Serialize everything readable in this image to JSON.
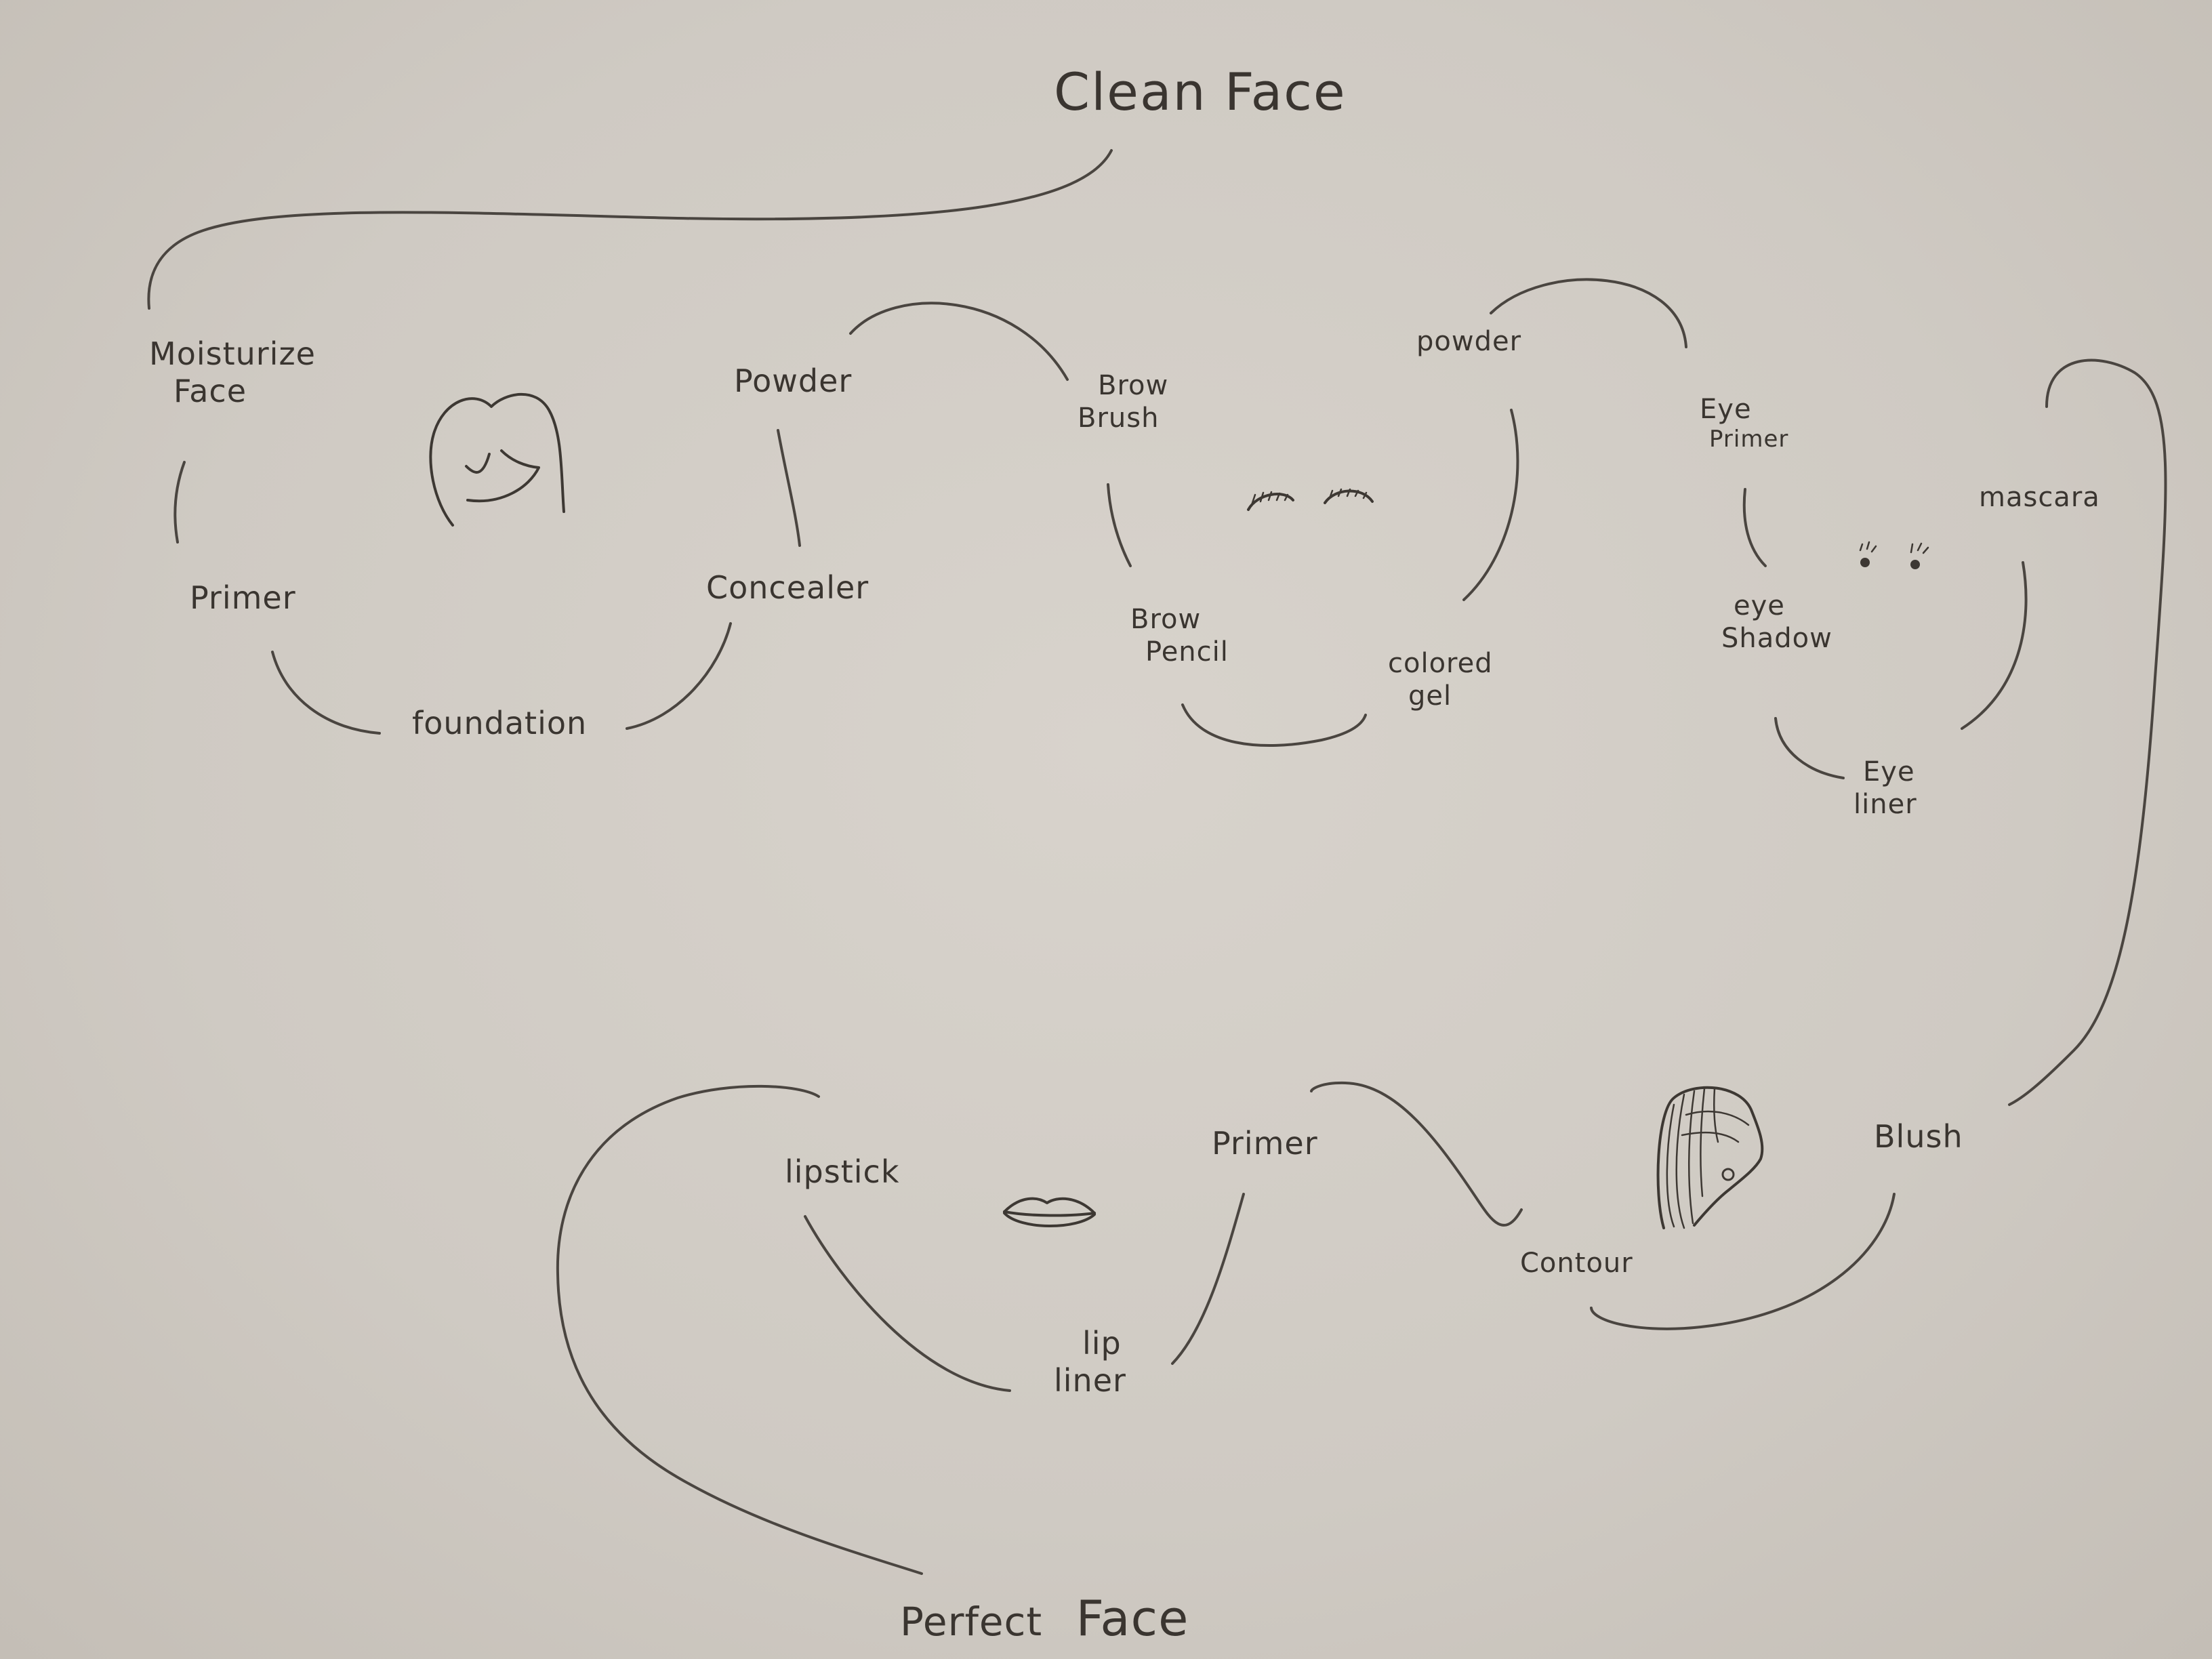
{
  "diagram": {
    "start": "Clean Face",
    "end_prefix": "Perfect",
    "end_suffix": "Face",
    "steps": {
      "moisturize": [
        "Moisturize",
        "Face"
      ],
      "primer_face": "Primer",
      "foundation": "foundation",
      "concealer": "Concealer",
      "powder_face": "Powder",
      "brow_brush": [
        "Brow",
        "Brush"
      ],
      "brow_pencil": [
        "Brow",
        "Pencil"
      ],
      "colored_gel": [
        "colored",
        "gel"
      ],
      "powder_brow": "powder",
      "eye_primer": [
        "Eye",
        "Primer"
      ],
      "eye_shadow": [
        "eye",
        "Shadow"
      ],
      "eye_liner": [
        "Eye",
        "liner"
      ],
      "mascara": "mascara",
      "blush": "Blush",
      "contour": "Contour",
      "primer_lip": "Primer",
      "lip_liner": [
        "lip",
        "liner"
      ],
      "lipstick": "lipstick"
    }
  }
}
